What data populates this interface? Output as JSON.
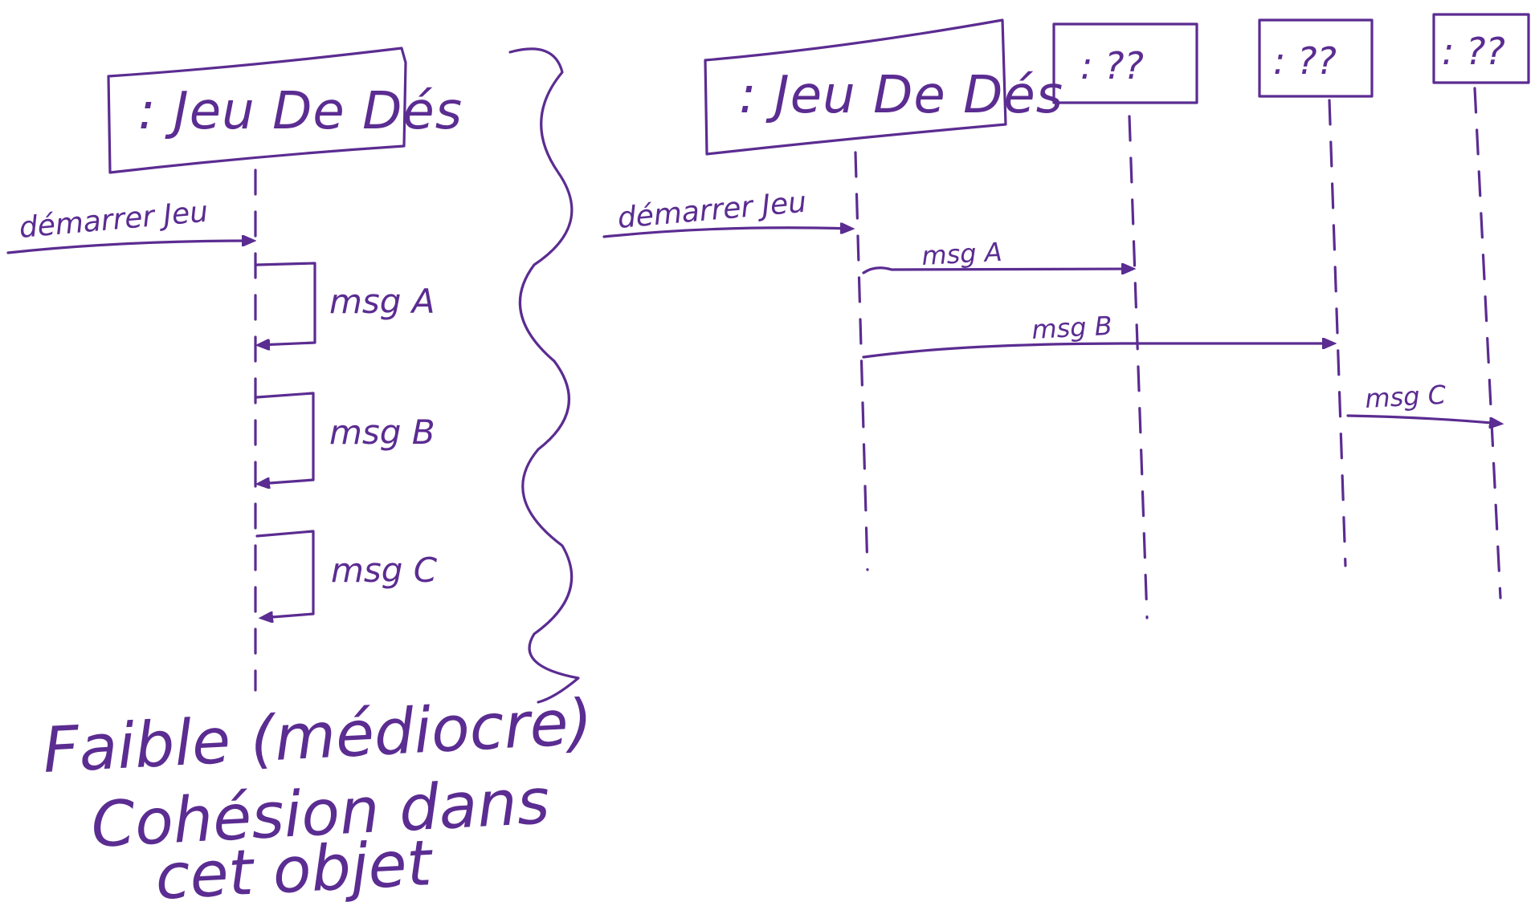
{
  "ink_color": "#5B2C91",
  "left": {
    "object": ": Jeu De Dés",
    "start_message": "démarrer Jeu",
    "self_messages": [
      "msg A",
      "msg B",
      "msg C"
    ],
    "note": [
      "Faible (médiocre)",
      "Cohésion dans",
      "cet objet"
    ]
  },
  "right": {
    "object": ": Jeu De Dés",
    "unknown_objects": [
      ": ??",
      ": ??",
      ": ??"
    ],
    "start_message": "démarrer Jeu",
    "messages": [
      "msg A",
      "msg B",
      "msg C"
    ]
  }
}
